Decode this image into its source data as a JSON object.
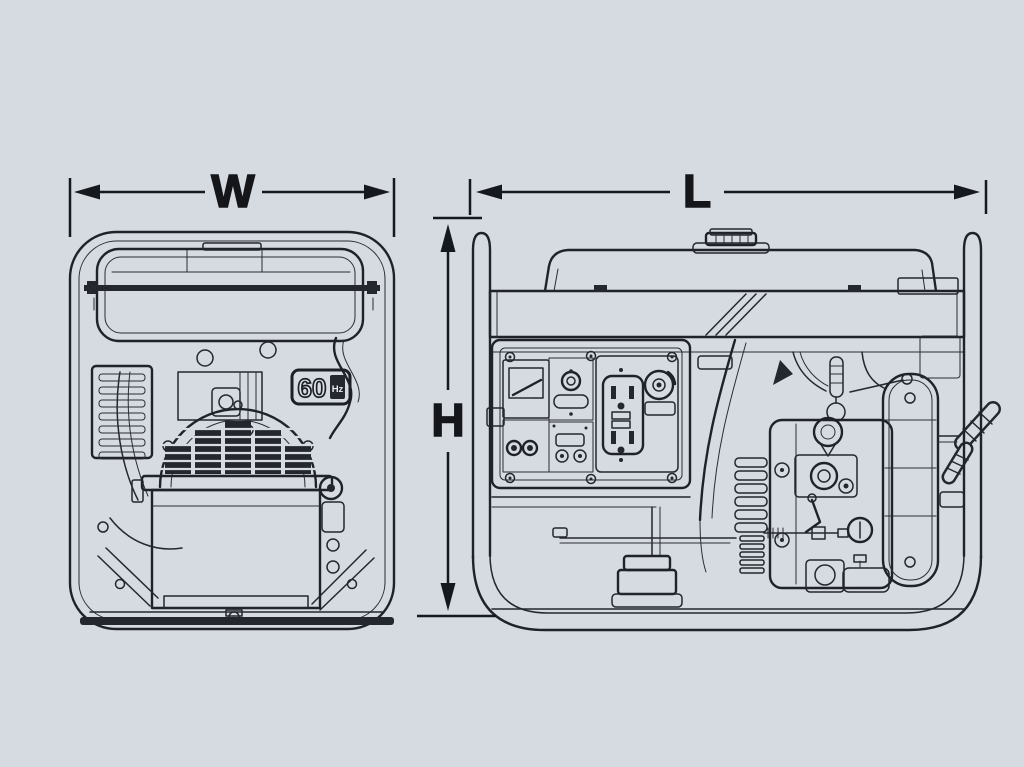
{
  "page": {
    "background_color": "#d6dae1",
    "line_color": "#24282e"
  },
  "dimensions": {
    "width_label": "W",
    "length_label": "L",
    "height_label": "H"
  },
  "badge": {
    "value": "60",
    "unit": "Hz"
  }
}
